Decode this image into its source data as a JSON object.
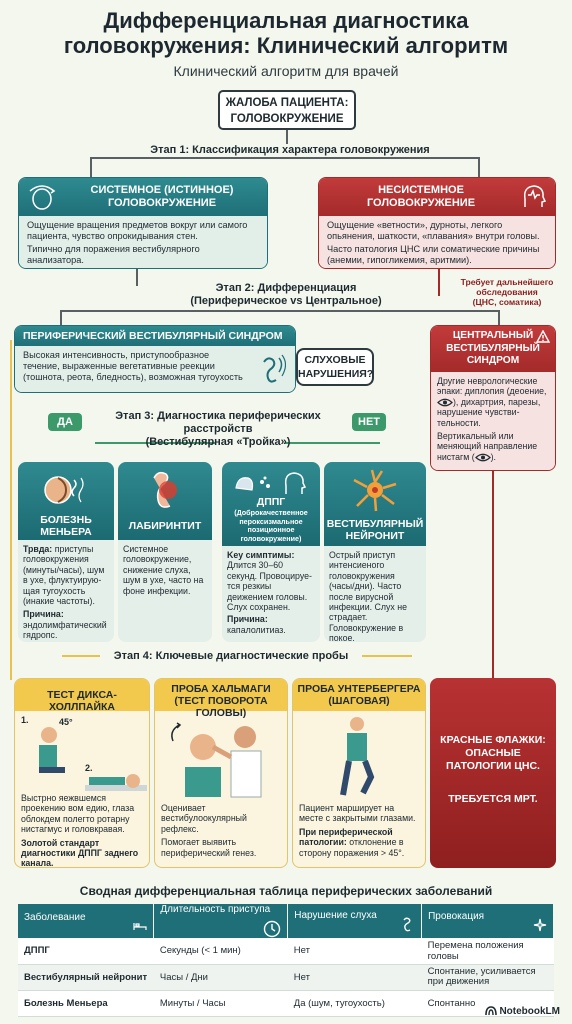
{
  "title_line1": "Дифференциальная диагностика",
  "title_line2": "головокружения: Клинический алгоритм",
  "subtitle": "Клинический алгоритм для врачей",
  "complaint": {
    "line1": "ЖАЛОБА ПАЦИЕНТА:",
    "line2": "ГОЛОВОКРУЖЕНИЕ"
  },
  "stage1": "Этап 1: Классификация характера головокружения",
  "systemic": {
    "title_line1": "СИСТЕМНОЕ (ИСТИННОЕ)",
    "title_line2": "ГОЛОВОКРУЖЕНИЕ",
    "text1": "Ощущение вращения предметов вокруг или самого пациента, чувство опрокидывания стен.",
    "text2": "Типично для поражения вестибулярного анализатора."
  },
  "nonsystemic": {
    "title_line1": "НЕСИСТЕМНОЕ",
    "title_line2": "ГОЛОВОКРУЖЕНИЕ",
    "text1": "Ощущение «ветности», дурноты, легкого опьянения, шаткости, «плавания» внутри головы.",
    "text2": "Часто патология ЦНС или соматические причины (анемии, гипогликемия, аритмии)."
  },
  "further_exam": {
    "line1": "Требует дальнейшего",
    "line2": "обследования",
    "line3": "(ЦНС, соматика)"
  },
  "stage2": {
    "line1": "Этап 2: Дифференциация",
    "line2": "(Периферическое vs Центральное)"
  },
  "peripheral": {
    "title": "ПЕРИФЕРИЧЕСКИЙ ВЕСТИБУЛЯРНЫЙ СИНДРОМ",
    "text": "Высокая интенсивность, приступообразное течение, выраженные вегетативные реекции (тошнота, реота, бледность), возможная тугоухость"
  },
  "hearing_question": {
    "line1": "СЛУХОВЫЕ",
    "line2": "НАРУШЕНИЯ?"
  },
  "central": {
    "title_line1": "ЦЕНТРАЛЬНЫЙ",
    "title_line2": "ВЕСТИБУЛЯРНЫЙ",
    "title_line3": "СИНДРОМ",
    "text1_a": "Другие неврологические",
    "text1_b": "эпаки: диплопия (деоение,",
    "text1_c": "), дихартрия, парезы,",
    "text1_d": "нарушение чувстви-",
    "text1_e": "тельности.",
    "text2_a": "Вертикальный или",
    "text2_b": "меняющий направление",
    "text2_c": "нистагм (",
    "text2_d": ")."
  },
  "yes": "ДА",
  "no": "НЕТ",
  "stage3": {
    "line1": "Этап 3: Диагностика периферических расстройств",
    "line2": "(Вестибулярная «Тройка»)"
  },
  "meniere": {
    "title_line1": "БОЛЕЗНЬ",
    "title_line2": "МЕНЬЕРА",
    "label1": "Трвда:",
    "text1": "приступы головокружения (минуты/часы), шум в ухе, флуктуирую-щая тугоухость (инакие частоты).",
    "label2": "Причина:",
    "text2": "эндолимфатический гядропс."
  },
  "labyrinthitis": {
    "title": "ЛАБИРИНТИТ",
    "text": "Системное головокружение, снижение слуха, шум в ухе, часто на фоне инфекции."
  },
  "bppv": {
    "title": "ДППГ",
    "subtitle": "(Доброкачественное пероксизмальное позиционное головокружение)",
    "label1": "Key симптимы:",
    "text1": "Длится 30–60 секунд. Провоцируе-тся резкиы деижением головы. Слух сохранен.",
    "label2": "Причина:",
    "text2": "капалолитиаз."
  },
  "neuronitis": {
    "title_line1": "ВЕСТИБУЛЯРНЫЙ",
    "title_line2": "НЕЙРОНИТ",
    "text": "Острый приступ интенсиеного головокружения (часы/дни). Часто после вирусной инфекции. Слух не страдает. Головокружение в покое."
  },
  "stage4": "Этап 4: Ключевые диагностические пробы",
  "dix": {
    "title": "ТЕСТ ДИКСА-ХОЛЛПАЙКА",
    "step1": "1.",
    "step2": "2.",
    "angle": "45°",
    "text1": "Выстрно яежвшемся проекению вом едию, глаза облокдем полегто ротарну нистагмус и головкравая.",
    "text2": "Золотой стандарт диагностики ДППГ заднего канала."
  },
  "halmagyi": {
    "title_line1": "ПРОБА ХАЛЬМАГИ",
    "title_line2": "(ТЕСТ ПОВОРОТА ГОЛОВЫ)",
    "text1": "Оценивает вестибулоокулярный рефлекс.",
    "text2": "Помогает выявить периферический генез."
  },
  "unterberger": {
    "title_line1": "ПРОБА УНТЕРБЕРГЕРА",
    "title_line2": "(ШАГОВАЯ)",
    "text1": "Пациент марширует на месте с закрытыми глазами.",
    "label2": "При периферической патологии:",
    "text2": "отклонение в сторону поражения > 45°."
  },
  "red_flags": {
    "line1": "КРАСНЫЕ ФЛАЖКИ:",
    "line2": "ОПАСНЫЕ",
    "line3": "ПАТОЛОГИИ ЦНС.",
    "line4": "ТРЕБУЕТСЯ МРТ."
  },
  "summary_title": "Сводная дифференциальная таблица периферических заболеваний",
  "table": {
    "headers": [
      "Заболевание",
      "Длительность приступа",
      "Нарушение слуха",
      "Провокация"
    ],
    "rows": [
      [
        "ДППГ",
        "Секунды (< 1 мин)",
        "Нет",
        "Перемена положения головы"
      ],
      [
        "Вестибулярный нейронит",
        "Часы / Дни",
        "Нет",
        "Спонтание, усиливается при движения"
      ],
      [
        "Болезнь Меньера",
        "Минуты / Часы",
        "Да (шум, тугоухость)",
        "Спонтанно"
      ]
    ]
  },
  "brand": "NotebookLM",
  "colors": {
    "teal": "#1f6f78",
    "red": "#a42a2a",
    "yellow": "#f2c94c",
    "yes_green": "#3c9a6a"
  }
}
